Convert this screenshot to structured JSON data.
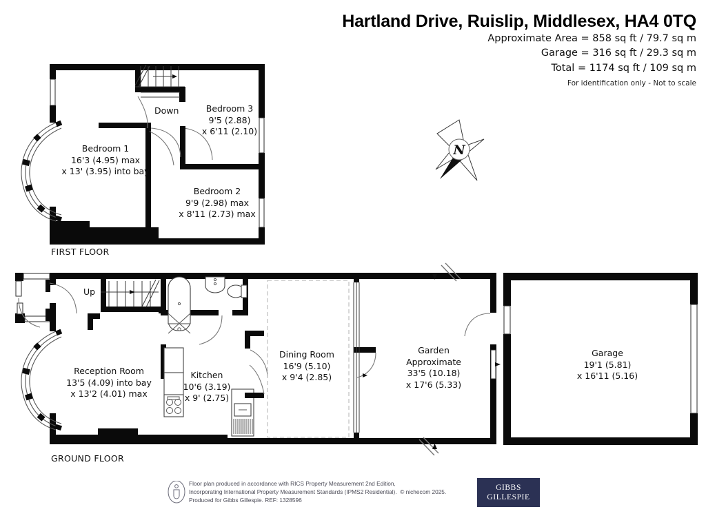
{
  "header": {
    "title": "Hartland Drive, Ruislip, Middlesex, HA4 0TQ",
    "approx_area": "Approximate Area = 858 sq ft / 79.7 sq m",
    "garage_area": "Garage = 316 sq ft / 29.3 sq m",
    "total_area": "Total = 1174 sq ft / 109 sq m",
    "disclaimer": "For identification only - Not to scale"
  },
  "compass": {
    "label": "N"
  },
  "floors": [
    {
      "id": "first-floor",
      "label": "FIRST FLOOR",
      "stair_label": "Down",
      "rooms": [
        {
          "id": "bedroom-1",
          "name": "Bedroom 1",
          "dim1": "16'3 (4.95) max",
          "dim2": "x 13' (3.95) into bay"
        },
        {
          "id": "bedroom-2",
          "name": "Bedroom 2",
          "dim1": "9'9 (2.98) max",
          "dim2": "x 8'11 (2.73) max"
        },
        {
          "id": "bedroom-3",
          "name": "Bedroom 3",
          "dim1": "9'5 (2.88)",
          "dim2": "x 6'11 (2.10)"
        }
      ]
    },
    {
      "id": "ground-floor",
      "label": "GROUND FLOOR",
      "stair_label": "Up",
      "rooms": [
        {
          "id": "reception-room",
          "name": "Reception Room",
          "dim1": "13'5 (4.09) into bay",
          "dim2": "x 13'2 (4.01) max"
        },
        {
          "id": "kitchen",
          "name": "Kitchen",
          "dim1": "10'6 (3.19)",
          "dim2": "x 9' (2.75)"
        },
        {
          "id": "dining-room",
          "name": "Dining Room",
          "dim1": "16'9 (5.10)",
          "dim2": "x 9'4 (2.85)"
        },
        {
          "id": "garden",
          "name": "Garden",
          "name2": "Approximate",
          "dim1": "33'5 (10.18)",
          "dim2": "x 17'6 (5.33)"
        },
        {
          "id": "garage",
          "name": "Garage",
          "dim1": "19'1 (5.81)",
          "dim2": "x 16'11 (5.16)"
        }
      ]
    }
  ],
  "footer": {
    "line1": "Floor plan produced in accordance with RICS Property Measurement 2nd Edition,",
    "line2a": "Incorporating International Property Measurement Standards (IPMS2 Residential).",
    "line2b": "© nichecom 2025.",
    "line3": "Produced for Gibbs Gillespie.   REF: 1328596",
    "logo_line1": "GIBBS",
    "logo_line2": "GILLESPIE"
  },
  "colors": {
    "wall": "#0a0a0a",
    "logo_bg": "#2b3154",
    "dashed": "#bdbdbd",
    "text": "#111111"
  }
}
